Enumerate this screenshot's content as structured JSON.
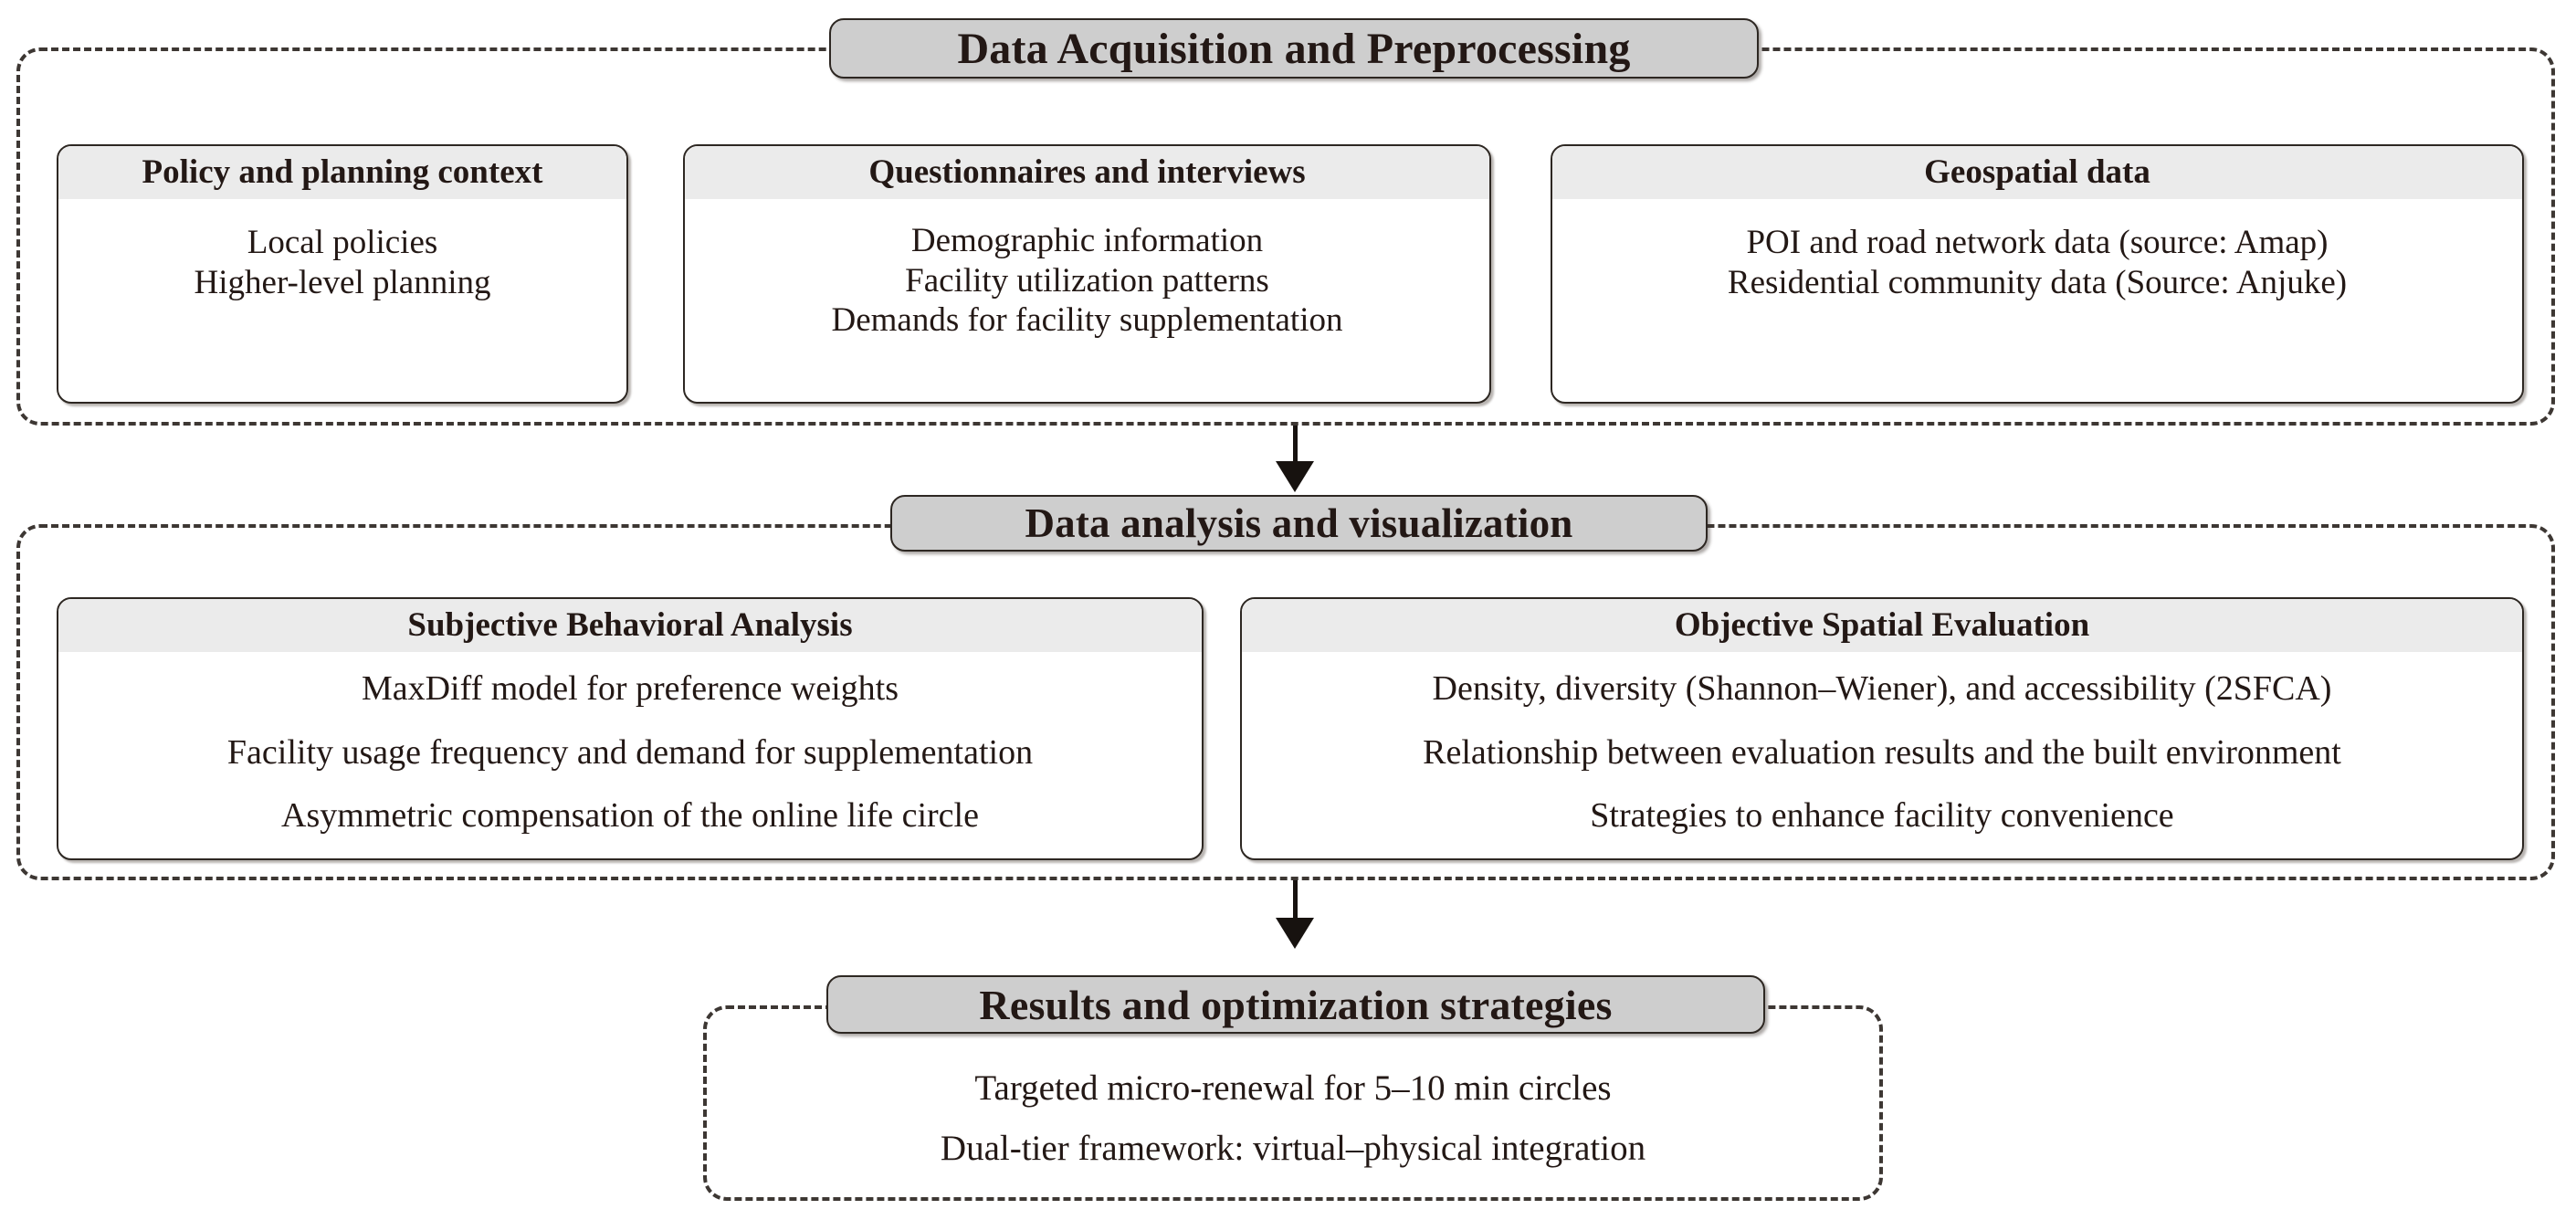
{
  "diagram": {
    "type": "flowchart",
    "orientation": "vertical",
    "stages": [
      {
        "id": "data-acquisition",
        "title": "Data Acquisition and Preprocessing",
        "cards": [
          {
            "id": "policy",
            "header": "Policy and planning context",
            "lines": [
              "Local policies",
              "Higher-level planning"
            ]
          },
          {
            "id": "questionnaires",
            "header": "Questionnaires and interviews",
            "lines": [
              "Demographic information",
              "Facility utilization patterns",
              "Demands for facility supplementation"
            ]
          },
          {
            "id": "geospatial",
            "header": "Geospatial data",
            "lines": [
              "POI and road network data (source: Amap)",
              "Residential community data (Source: Anjuke)"
            ]
          }
        ]
      },
      {
        "id": "data-analysis",
        "title": "Data analysis and visualization",
        "cards": [
          {
            "id": "subjective",
            "header": "Subjective Behavioral Analysis",
            "lines": [
              "MaxDiff model for preference weights",
              "Facility usage frequency and demand for supplementation",
              "Asymmetric compensation of the online life circle"
            ]
          },
          {
            "id": "objective",
            "header": "Objective Spatial Evaluation",
            "lines": [
              "Density, diversity (Shannon–Wiener), and accessibility (2SFCA)",
              "Relationship between evaluation results and the built environment",
              "Strategies to enhance facility convenience"
            ]
          }
        ]
      },
      {
        "id": "results",
        "title": "Results and optimization strategies",
        "lines": [
          "Targeted micro-renewal for 5–10 min circles",
          "Dual-tier framework: virtual–physical integration"
        ]
      }
    ],
    "connectors": [
      {
        "id": "arrow-1",
        "from": "data-acquisition",
        "to": "data-analysis",
        "glyph": "down-arrow"
      },
      {
        "id": "arrow-2",
        "from": "data-analysis",
        "to": "results",
        "glyph": "down-arrow"
      }
    ],
    "colors": {
      "title_pill_fill": "#cecece",
      "card_header_fill": "#ebebeb",
      "card_fill": "#ffffff",
      "border": "#2d2722",
      "dashed_border": "#3d3733",
      "text": "#231815",
      "page_background": "#ffffff"
    }
  }
}
